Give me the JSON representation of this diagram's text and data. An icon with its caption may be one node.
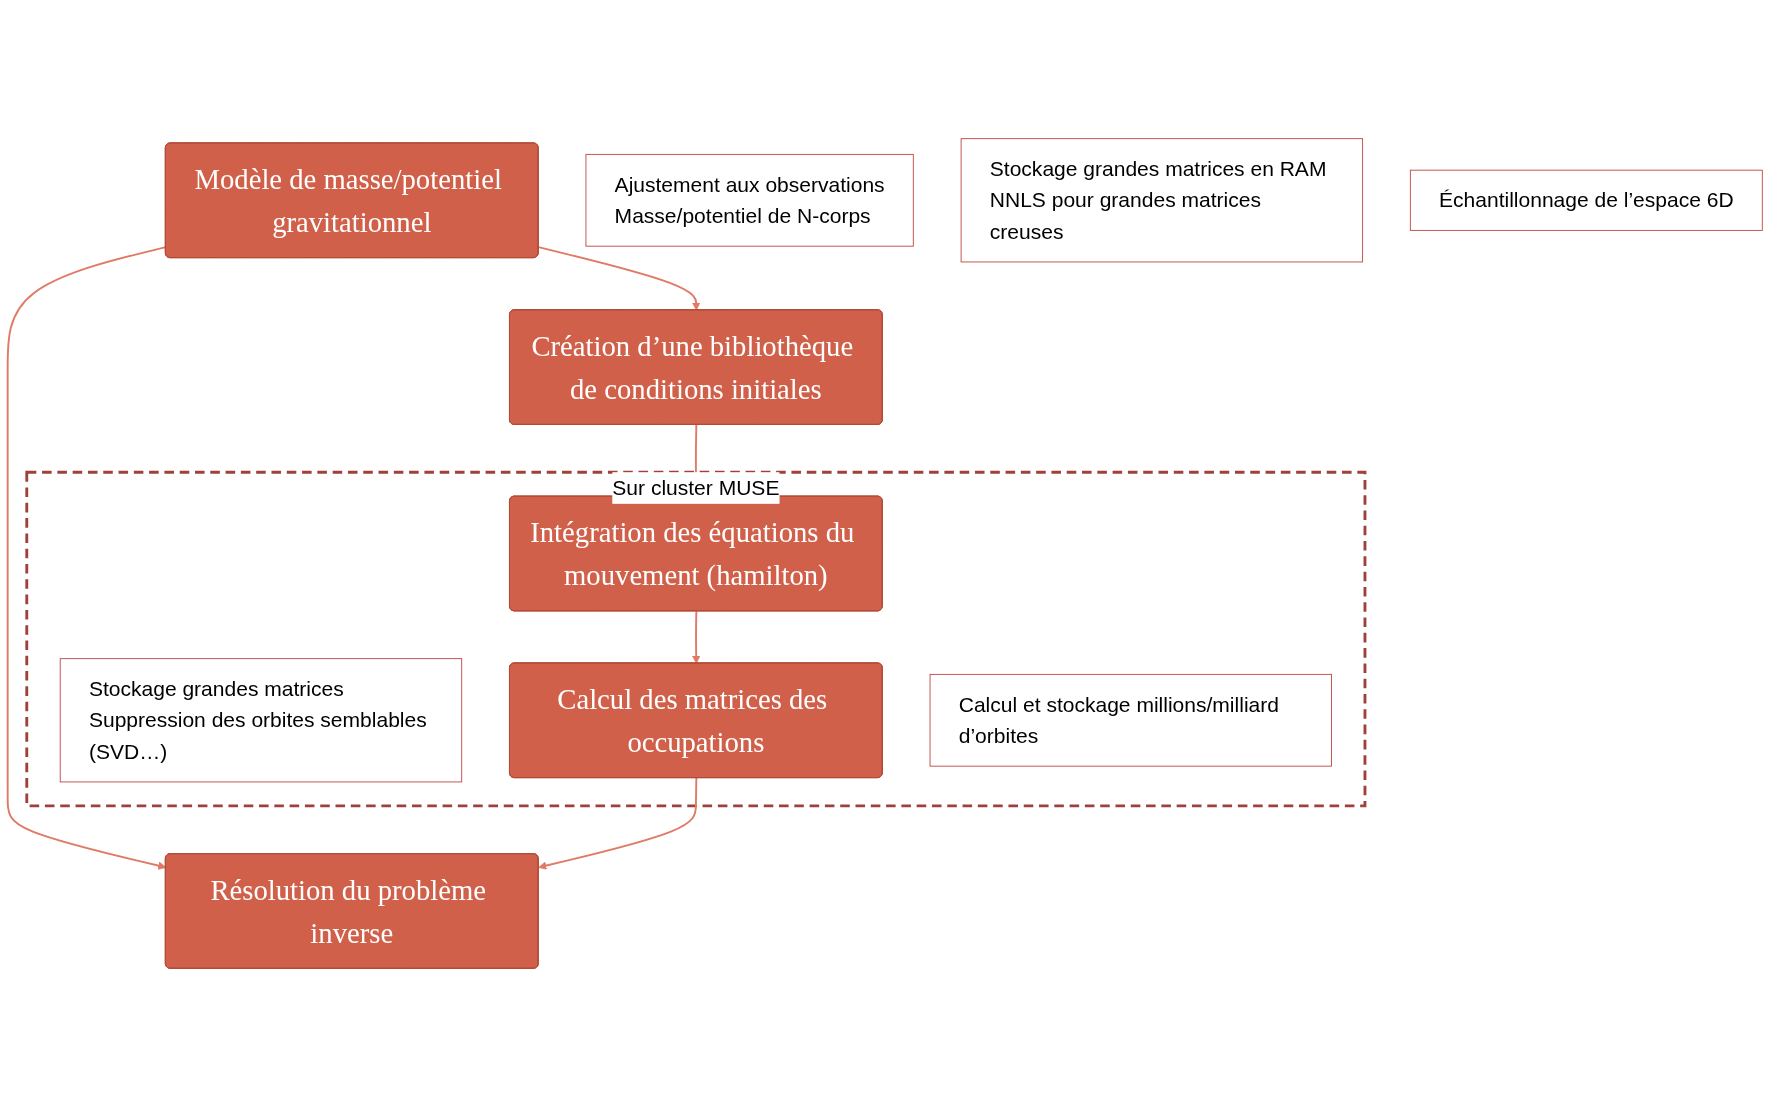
{
  "diagram": {
    "nodes": [
      {
        "text": [
          "Modèle de masse/potentiel gravitationnel"
        ]
      },
      {
        "text": [
          "Ajustement aux observations",
          "Masse/potentiel de N-corps"
        ]
      },
      {
        "text": [
          "Stockage grandes matrices en RAM",
          "NNLS pour grandes matrices creuses"
        ]
      },
      {
        "text": [
          "Résolution du problème inverse"
        ]
      },
      {
        "text": [
          "Échantillonnage de l’espace 6D"
        ]
      },
      {
        "text": [
          "Création d’une bibliothèque de conditions initiales"
        ]
      },
      {
        "text": [
          "Sur cluster MUSE"
        ]
      },
      {
        "text": [
          "Stockage grandes matrices",
          "Suppression des orbites semblables (SVD…)"
        ],
        "in": 6
      },
      {
        "text": [
          "Calcul des matrices des occupations"
        ],
        "in": 6
      },
      {
        "text": [
          "Intégration des équations du mouvement (hamilton)"
        ],
        "in": 6
      },
      {
        "text": [
          "Calcul et stockage millions/milliard d’orbites"
        ],
        "in": 6
      }
    ],
    "edges": [
      {
        "from": 0,
        "to": 3,
        "arrow": "to"
      },
      {
        "from": 0,
        "to": 5,
        "arrow": "to"
      },
      {
        "from": 5,
        "to": 9,
        "arrow": "to"
      },
      {
        "from": 9,
        "to": 8,
        "arrow": "to"
      },
      {
        "from": 8,
        "to": 3,
        "arrow": "to"
      }
    ]
  }
}
